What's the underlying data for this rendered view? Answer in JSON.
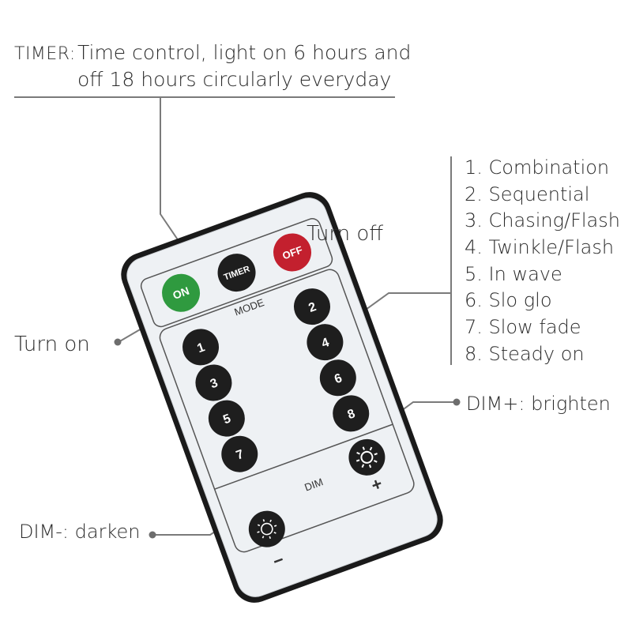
{
  "annotations": {
    "timer_tag": "TIMER:",
    "timer_line1": "Time control, light on 6 hours and",
    "timer_line2": "off 18 hours circularly everyday",
    "turn_off": "Turn off",
    "turn_on": "Turn on",
    "dim_plus": "DIM+: brighten",
    "dim_minus": "DIM-: darken"
  },
  "modes": [
    "1. Combination",
    "2. Sequential",
    "3. Chasing/Flash",
    "4. Twinkle/Flash",
    "5. In wave",
    "6. Slo glo",
    "7. Slow fade",
    "8. Steady on"
  ],
  "remote": {
    "on_label": "ON",
    "timer_label": "TIMER",
    "off_label": "OFF",
    "mode_label": "MODE",
    "dim_label": "DIM",
    "plus_sign": "+",
    "minus_sign": "−",
    "keys": [
      "1",
      "2",
      "3",
      "4",
      "5",
      "6",
      "7",
      "8"
    ]
  },
  "colors": {
    "on_button": "#2f9a3f",
    "off_button": "#c3202e",
    "key_dark": "#1e1e1e",
    "remote_border": "#1a1a1a",
    "remote_face": "#eef1f4"
  }
}
